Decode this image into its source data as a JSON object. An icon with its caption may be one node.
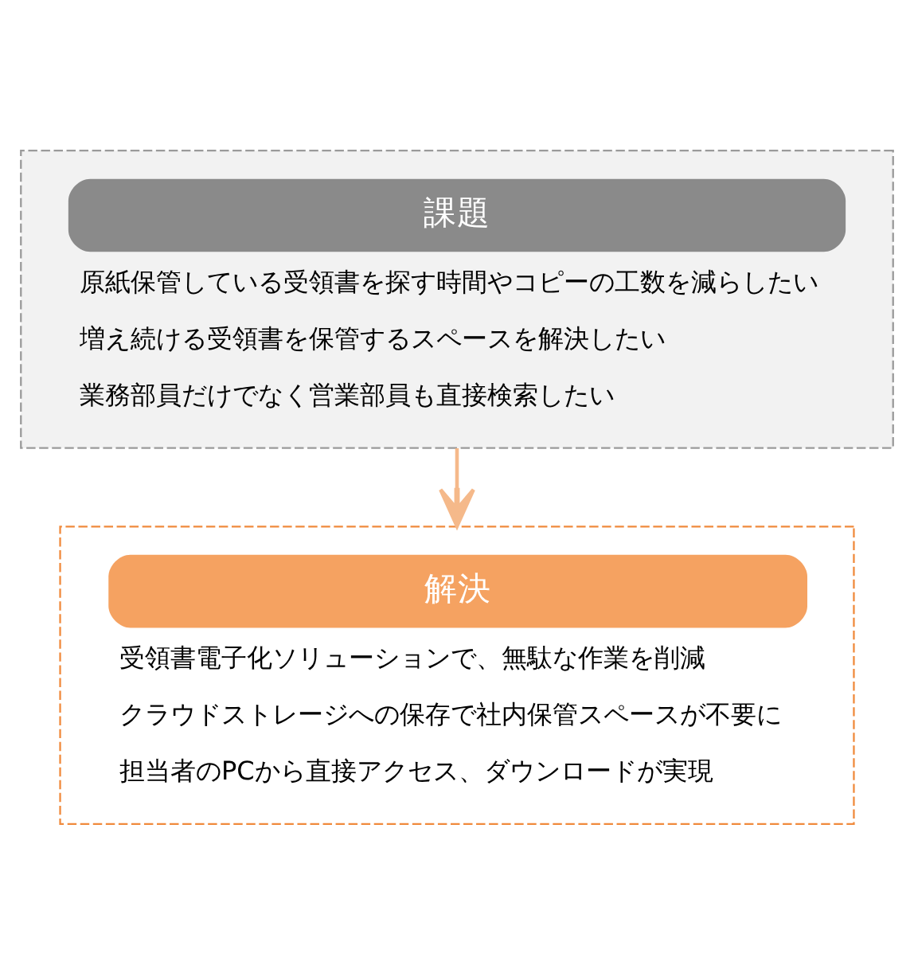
{
  "diagram": {
    "nodes": [
      {
        "text": [
          "課題",
          "原紙保管している受領書を探す時間やコピーの工数を減らしたい",
          "増え続ける受領書を保管するスペースを解決したい",
          "業務部員だけでなく営業部員も直接検索したい"
        ]
      },
      {
        "text": [
          "解決",
          "受領書電子化ソリューションで、無駄な作業を削減",
          "クラウドストレージへの保存で社内保管スペースが不要に",
          "担当者のPCから直接アクセス、ダウンロードが実現"
        ]
      }
    ],
    "edges": [
      {
        "from": 0,
        "to": 1,
        "arrow": "to"
      }
    ]
  }
}
